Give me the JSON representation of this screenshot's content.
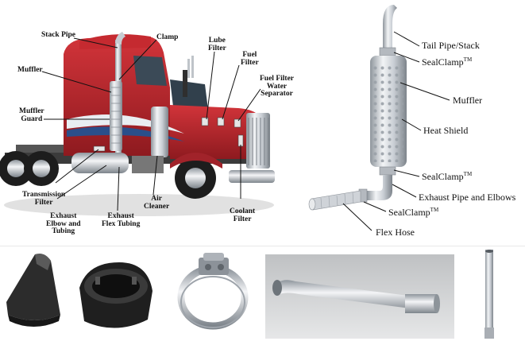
{
  "truck_labels": {
    "stack_pipe": "Stack Pipe",
    "clamp": "Clamp",
    "lube_filter": [
      "Lube",
      "Filter"
    ],
    "fuel_filter": [
      "Fuel",
      "Filter"
    ],
    "fuel_filter_water_separator": [
      "Fuel Filter",
      "Water",
      "Separator"
    ],
    "muffler": "Muffler",
    "muffler_guard": [
      "Muffler",
      "Guard"
    ],
    "transmission_filter": [
      "Transmission",
      "Filter"
    ],
    "exhaust_elbow_tubing": [
      "Exhaust",
      "Elbow and",
      "Tubing"
    ],
    "exhaust_flex_tubing": [
      "Exhaust",
      "Flex Tubing"
    ],
    "air_cleaner": [
      "Air",
      "Cleaner"
    ],
    "coolant_filter": [
      "Coolant",
      "Filter"
    ]
  },
  "exhaust_labels": {
    "tail_pipe": "Tail Pipe/Stack",
    "sealclamp_top": "SealClamp",
    "muffler": "Muffler",
    "heat_shield": "Heat Shield",
    "sealclamp_mid": "SealClamp",
    "exhaust_pipe": "Exhaust Pipe and Elbows",
    "sealclamp_low": "SealClamp",
    "flex_hose": "Flex Hose",
    "trademark": "TM"
  },
  "colors": {
    "truck_red": "#b3252b",
    "chrome": "#c8cdd3",
    "leader": "#111111"
  }
}
